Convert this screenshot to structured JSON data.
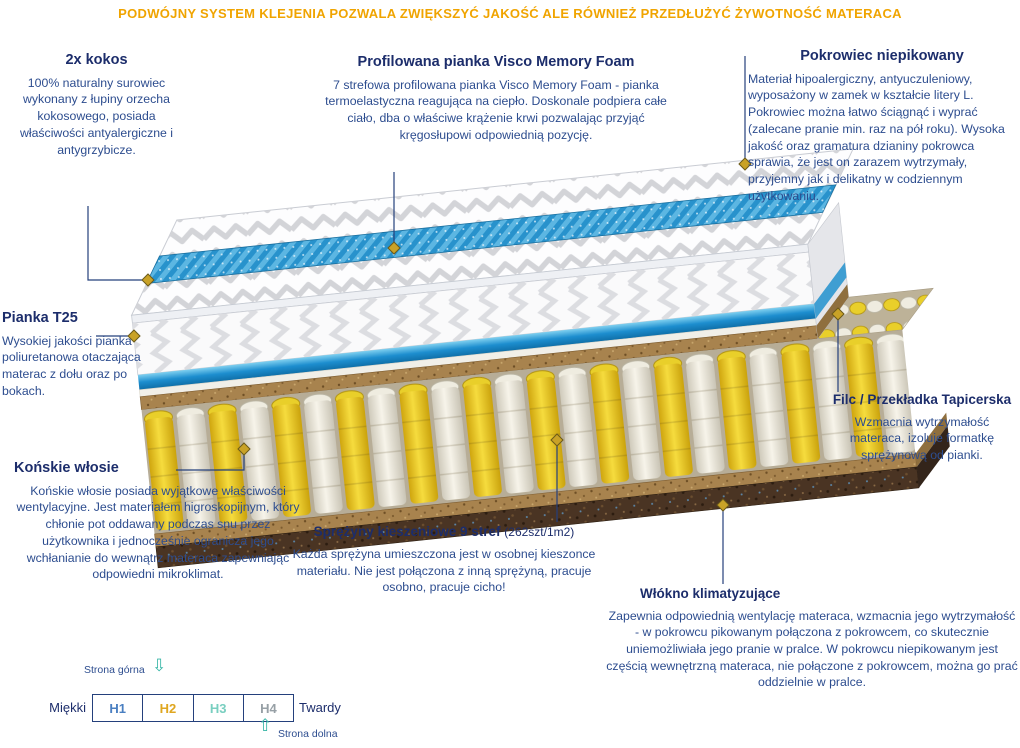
{
  "banner": {
    "text": "PODWÓJNY SYSTEM KLEJENIA POZWALA ZWIĘKSZYĆ JAKOŚĆ ALE RÓWNIEŻ PRZEDŁUŻYĆ ŻYWOTNOŚĆ MATERACA"
  },
  "callouts": {
    "kokos": {
      "title": "2x kokos",
      "body": "100% naturalny surowiec wykonany z łupiny orzecha kokosowego, posiada właściwości antyalergiczne i antygrzybicze."
    },
    "visco": {
      "title": "Profilowana pianka Visco Memory Foam",
      "body": "7 strefowa profilowana pianka Visco Memory Foam - pianka termoelastyczna reagująca na ciepło. Doskonale podpiera całe ciało, dba o właściwe krążenie krwi pozwalając przyjąć kręgosłupowi odpowiednią pozycję."
    },
    "pokrowiec": {
      "title": "Pokrowiec niepikowany",
      "body": "Materiał hipoalergiczny, antyuczuleniowy, wyposażony w zamek w kształcie litery L. Pokrowiec można łatwo ściągnąć i wyprać (zalecane pranie min. raz na pół roku). Wysoka jakość oraz gramatura dzianiny pokrowca sprawia, że jest on zarazem wytrzymały, przyjemny jak i delikatny w codziennym użytkowaniu."
    },
    "pianka_t25": {
      "title": "Pianka T25",
      "body": "Wysokiej jakości pianka poliuretanowa otaczająca materac z dołu oraz po bokach."
    },
    "filc": {
      "title": "Filc / Przekładka Tapicerska",
      "body": "Wzmacnia wytrzymałość materaca, izoluje formatkę sprężynową od pianki."
    },
    "konskie_wlosie": {
      "title": "Końskie włosie",
      "body": "Końskie włosie posiada wyjątkowe właściwości wentylacyjne. Jest materiałem higroskopijnym, który chłonie pot oddawany podczas snu przez użytkownika i jednocześnie ogranicza jego wchłanianie do wewnątrz materaca zapewniając odpowiedni mikroklimat."
    },
    "sprezyny": {
      "title": "Sprężyny kieszeniowe 9 stref",
      "suffix": "(262szt/1m2)",
      "body": "Każda sprężyna umieszczona jest w osobnej kieszonce materiału. Nie jest połączona z inną sprężyną, pracuje osobno, pracuje cicho!"
    },
    "wlokno": {
      "title": "Włókno klimatyzujące",
      "body": "Zapewnia odpowiednią wentylację materaca, wzmacnia jego wytrzymałość - w pokrowcu pikowanym połączona z pokrowcem, co skutecznie uniemożliwiała jego pranie w pralce. W pokrowcu niepikowanym jest częścią wewnętrzną materaca, nie połączone z pokrowcem, można go prać oddzielnie w pralce."
    }
  },
  "firmness": {
    "top_side": "Strona górna",
    "bottom_side": "Strona dolna",
    "soft": "Miękki",
    "hard": "Twardy",
    "levels": [
      {
        "label": "H1",
        "color": "#4a7fc1"
      },
      {
        "label": "H2",
        "color": "#dfa61f"
      },
      {
        "label": "H3",
        "color": "#79cfc0"
      },
      {
        "label": "H4",
        "color": "#97a0a6"
      }
    ]
  },
  "icons": {
    "arrow_down": "⇩",
    "arrow_up": "⇧"
  },
  "colors": {
    "banner": "#f0a400",
    "heading": "#1c2d6b",
    "body_text": "#2d4d8f",
    "leader_line": "#24407c",
    "diamond": "#c9a227",
    "visco_blue": "#2892cc",
    "spring_yellow": "#e9cf2a",
    "coconut_brown": "#a8834e",
    "arrow_teal": "#35b5a5"
  }
}
